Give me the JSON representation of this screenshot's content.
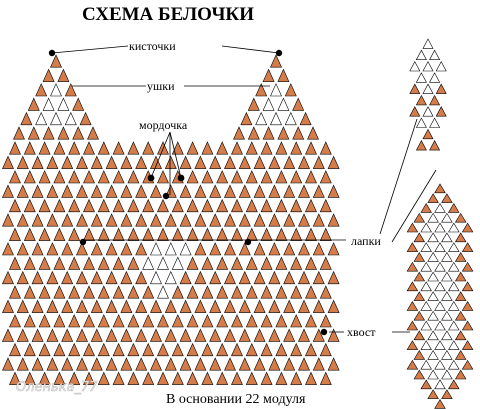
{
  "title": "СХЕМА БЕЛОЧКИ",
  "labels": {
    "tassels": "кисточки",
    "ears": "ушки",
    "muzzle": "мордочка",
    "paws": "лапки",
    "tail": "хвост"
  },
  "footer": "В основании 22 модуля",
  "watermark": "Оленька_77",
  "colors": {
    "brown": "#d57c4b",
    "white": "#ffffff",
    "outline": "#000000"
  }
}
